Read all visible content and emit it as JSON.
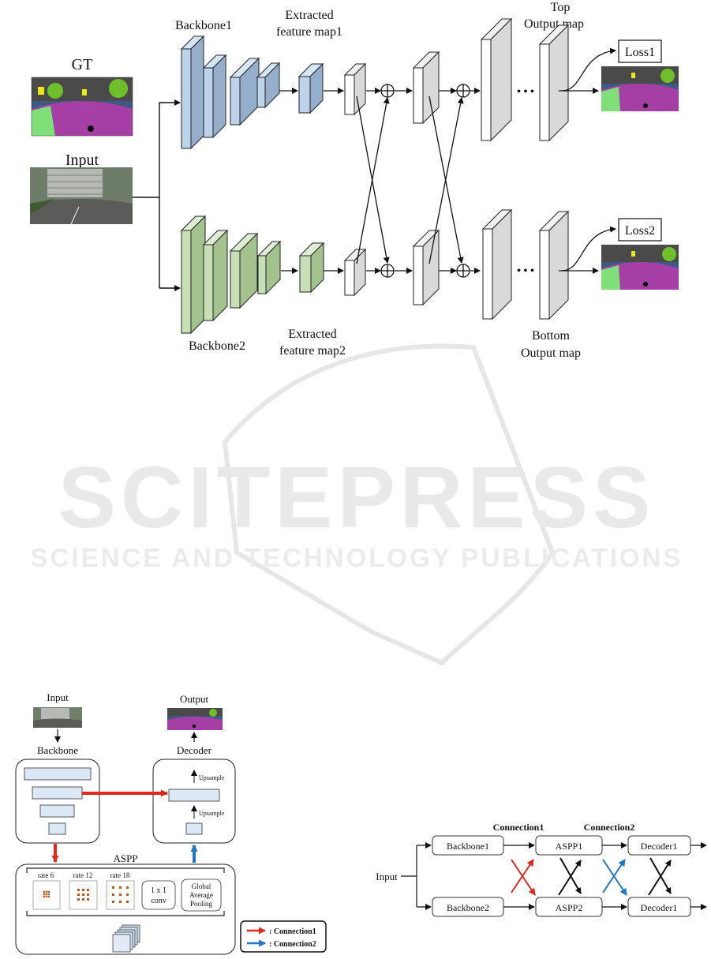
{
  "watermark": {
    "main": "SCITEPRESS",
    "sub": "SCIENCE AND TECHNOLOGY PUBLICATIONS"
  },
  "fig_top": {
    "gt": "GT",
    "input": "Input",
    "backbone1": "Backbone1",
    "backbone2": "Backbone2",
    "fmap1_l1": "Extracted",
    "fmap1_l2": "feature map1",
    "fmap2_l1": "Extracted",
    "fmap2_l2": "feature map2",
    "top_l1": "Top",
    "top_l2": "Output map",
    "bottom_l1": "Bottom",
    "bottom_l2": "Output map",
    "loss1": "Loss1",
    "loss2": "Loss2",
    "ellipsis": "• • •"
  },
  "fig_left": {
    "input": "Input",
    "output": "Output",
    "backbone": "Backbone",
    "decoder": "Decoder",
    "upsample": "Upsample",
    "aspp": "ASPP",
    "rate6": "rate 6",
    "rate12": "rate 12",
    "rate18": "rate 18",
    "conv_l1": "1 x 1",
    "conv_l2": "conv",
    "gap_l1": "Global",
    "gap_l2": "Average",
    "gap_l3": "Pooling",
    "legend_c1": ": Connection1",
    "legend_c2": ": Connection2",
    "colors": {
      "connection1": "#e0281f",
      "connection2": "#1f75c2"
    }
  },
  "fig_right": {
    "input": "Input",
    "backbone1": "Backbone1",
    "backbone2": "Backbone2",
    "aspp1": "ASPP1",
    "aspp2": "ASPP2",
    "decoder_a": "Decoder1",
    "decoder_b": "Decoder1",
    "connection1": "Connection1",
    "connection2": "Connection2"
  }
}
